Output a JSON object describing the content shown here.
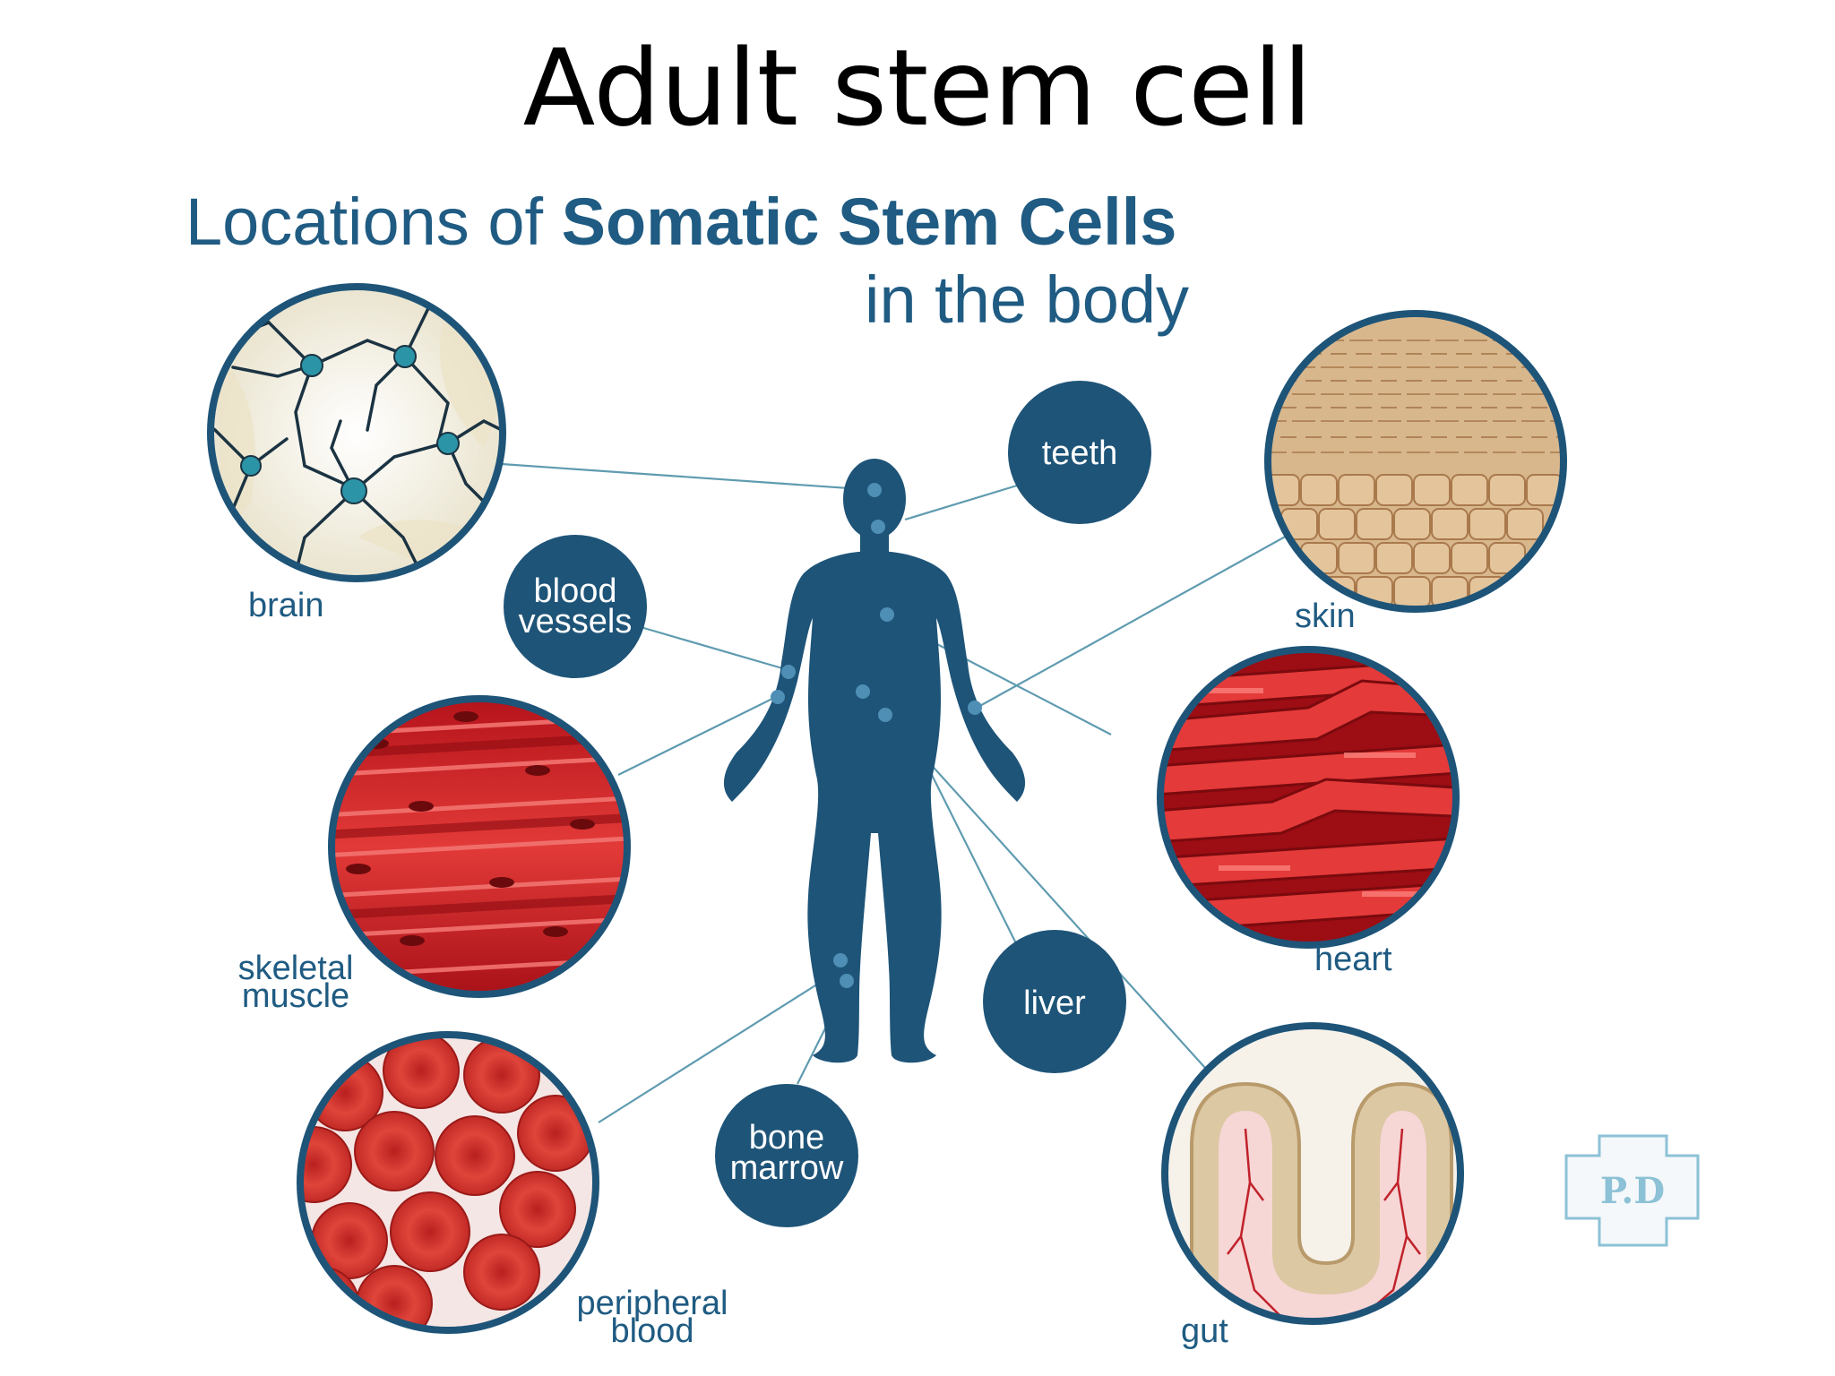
{
  "slide": {
    "title": "Adult stem cell"
  },
  "infographic": {
    "heading_light": "Locations of ",
    "heading_bold": "Somatic Stem Cells",
    "subheading": "in the body",
    "tissue_labels": {
      "brain": "brain",
      "skin": "skin",
      "skeletal_muscle": [
        "skeletal",
        "muscle"
      ],
      "heart": "heart",
      "peripheral_blood": [
        "peripheral",
        "blood"
      ],
      "gut": "gut"
    },
    "badges": {
      "teeth": [
        "teeth"
      ],
      "blood_vessels": [
        "blood",
        "vessels"
      ],
      "liver": [
        "liver"
      ],
      "bone_marrow": [
        "bone",
        "marrow"
      ]
    },
    "watermark": "P.D",
    "colors": {
      "navy": "#1e5478",
      "heading": "#1f5b82",
      "muscle_red": "#c81f25",
      "blood_red": "#d9372f",
      "skin_tan": "#d9b78c",
      "gut_tan": "#dcc8a3",
      "watermark": "#8cc1d6"
    }
  }
}
